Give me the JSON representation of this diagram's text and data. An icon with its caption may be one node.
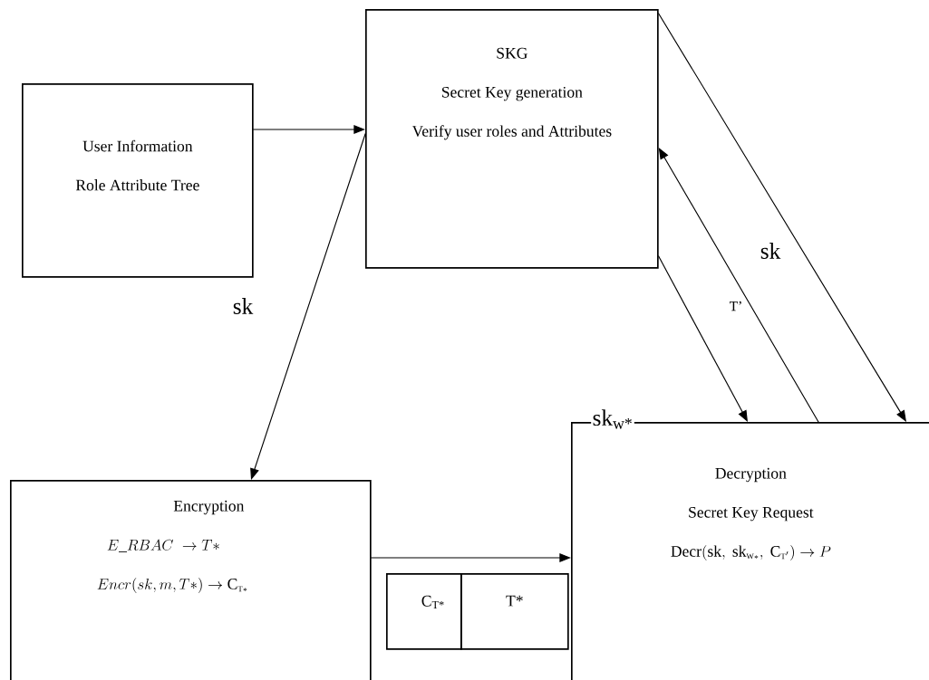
{
  "diagram": {
    "nodes": [
      {
        "text": [
          "User Information",
          "Role Attribute Tree"
        ]
      },
      {
        "text": [
          "SKG",
          "Secret Key generation",
          "Verify user roles and Attributes"
        ]
      },
      {
        "text": [
          "Encryption",
          "E\\_RBAC \\;\\rightarrow T*",
          "Encr(sk,m,T*) \\rightarrow \\mathrm{C_{\\scriptscriptstyle T*}}"
        ]
      },
      {
        "text": [
          "Decryption",
          "Secret Key Request",
          "\\mathrm{Decr(sk,\\ sk_{\\scriptscriptstyle W*},\\ C_{\\scriptscriptstyle T'})} \\rightarrow P"
        ]
      },
      {
        "text": [
          "C$_{T*}$"
        ]
      },
      {
        "text": [
          "T*"
        ]
      }
    ],
    "edges": [
      {
        "from": 0,
        "to": 1,
        "arrow": "to"
      },
      {
        "from": 1,
        "to": 2,
        "arrow": "to",
        "label": "sk"
      },
      {
        "from": 2,
        "to": 3,
        "arrow": "to"
      },
      {
        "from": 1,
        "to": 3,
        "arrow": "to",
        "label": "sk$_{w*}$"
      },
      {
        "from": 3,
        "to": 1,
        "arrow": "to",
        "label": "T’"
      },
      {
        "from": 1,
        "to": 3,
        "arrow": "to",
        "label": "sk"
      }
    ]
  }
}
